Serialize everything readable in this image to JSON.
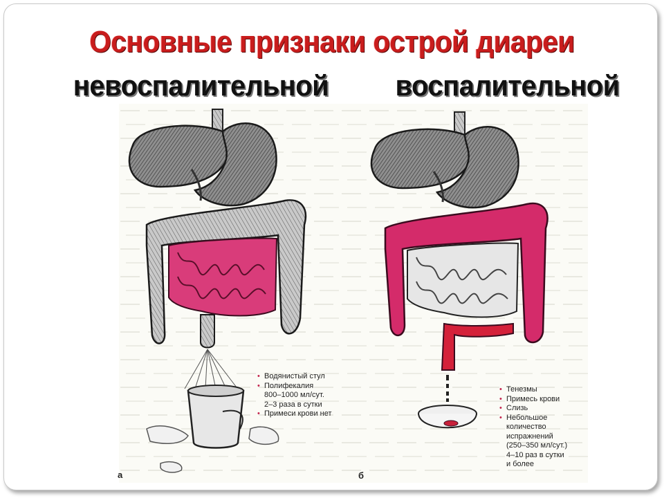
{
  "slide": {
    "title": "Основные признаки острой диареи",
    "subtitle_left": "невоспалительной",
    "subtitle_right": "воспалительной"
  },
  "figure": {
    "panel_a_label": "а",
    "panel_b_label": "б",
    "colors": {
      "inflamed": "#d42b6a",
      "blood": "#d4213a",
      "organ_fill": "#9a9a9a",
      "outline": "#222222"
    }
  },
  "notes_left": [
    "Водянистый стул",
    "Полифекалия",
    "800–1000 мл/сут.",
    "2–3 раза в сутки",
    "Примеси крови нет"
  ],
  "notes_right": [
    "Тенезмы",
    "Примесь крови",
    "Слизь",
    "Небольшое",
    "количество",
    "испражнений",
    "(250–350 мл/сут.)",
    "4–10 раз в сутки",
    "и более"
  ]
}
